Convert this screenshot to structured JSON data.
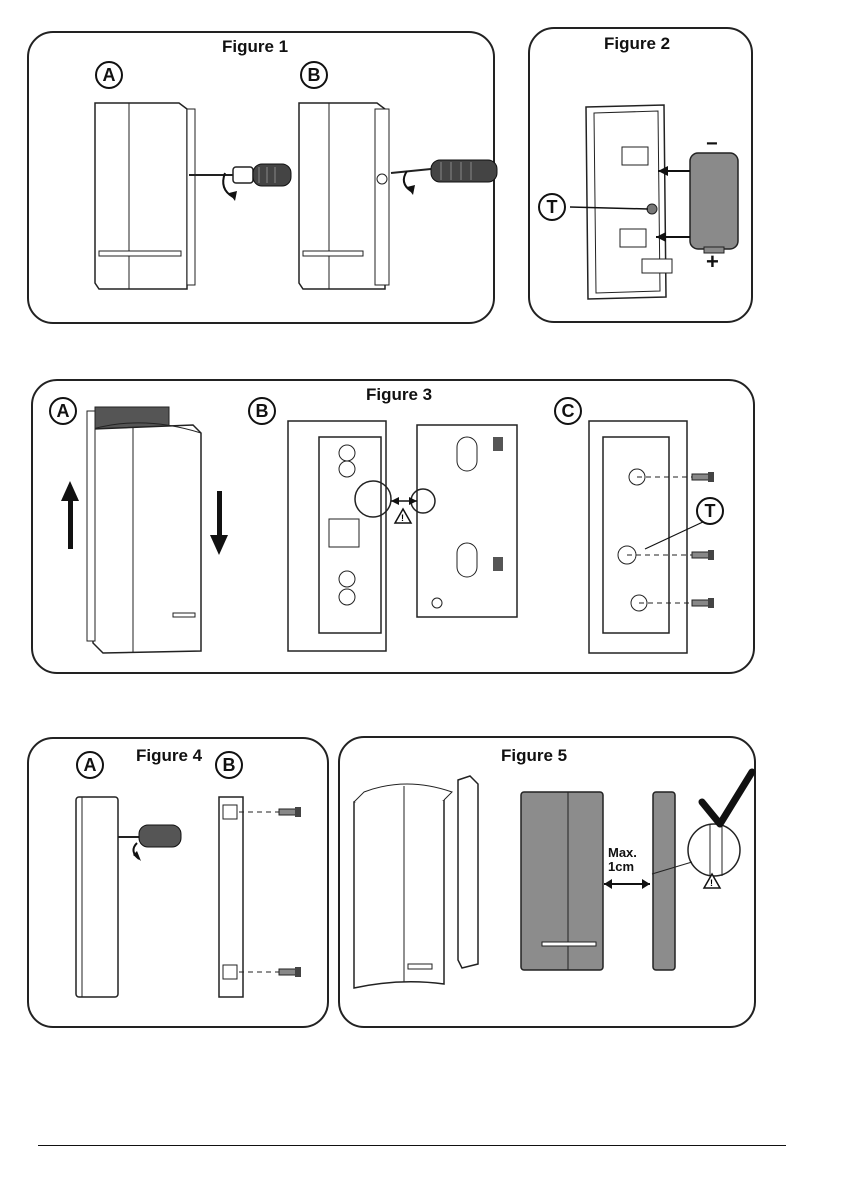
{
  "figures": {
    "fig1": {
      "title": "Figure 1",
      "label_a": "A",
      "label_b": "B"
    },
    "fig2": {
      "title": "Figure 2",
      "label_t": "T",
      "minus": "−",
      "plus": "+"
    },
    "fig3": {
      "title": "Figure 3",
      "label_a": "A",
      "label_b": "B",
      "label_c": "C",
      "label_t": "T"
    },
    "fig4": {
      "title": "Figure 4",
      "label_a": "A",
      "label_b": "B"
    },
    "fig5": {
      "title": "Figure 5",
      "gap_label_1": "Max.",
      "gap_label_2": "1cm"
    }
  },
  "icons": [
    "screwdriver-icon",
    "rotate-arrow-icon",
    "battery-icon",
    "warning-icon",
    "screw-icon",
    "checkmark-icon",
    "double-arrow-icon"
  ]
}
